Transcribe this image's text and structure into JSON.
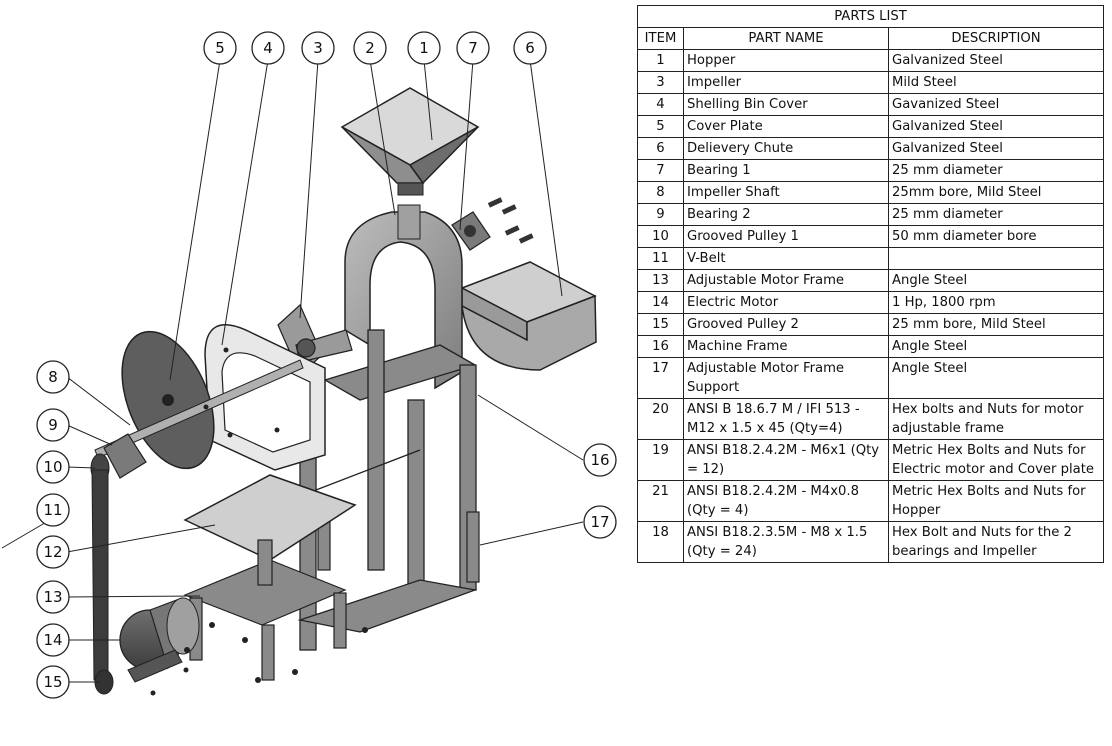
{
  "parts_list": {
    "title": "PARTS LIST",
    "headers": [
      "ITEM",
      "PART NAME",
      "DESCRIPTION"
    ],
    "rows": [
      {
        "item": "1",
        "name": "Hopper",
        "description": "Galvanized Steel"
      },
      {
        "item": "3",
        "name": "Impeller",
        "description": "Mild Steel"
      },
      {
        "item": "4",
        "name": "Shelling Bin Cover",
        "description": "Gavanized Steel"
      },
      {
        "item": "5",
        "name": "Cover Plate",
        "description": "Galvanized Steel"
      },
      {
        "item": "6",
        "name": "Delievery Chute",
        "description": "Galvanized Steel"
      },
      {
        "item": "7",
        "name": "Bearing 1",
        "description": "25 mm diameter"
      },
      {
        "item": "8",
        "name": "Impeller Shaft",
        "description": "25mm  bore, Mild Steel"
      },
      {
        "item": "9",
        "name": "Bearing 2",
        "description": "25 mm diameter"
      },
      {
        "item": "10",
        "name": "Grooved Pulley 1",
        "description": "50 mm diameter bore"
      },
      {
        "item": "11",
        "name": "V-Belt",
        "description": ""
      },
      {
        "item": "13",
        "name": "Adjustable Motor Frame",
        "description": "Angle Steel"
      },
      {
        "item": "14",
        "name": "Electric Motor",
        "description": "1 Hp, 1800 rpm"
      },
      {
        "item": "15",
        "name": "Grooved Pulley 2",
        "description": "25 mm bore, Mild Steel"
      },
      {
        "item": "16",
        "name": "Machine Frame",
        "description": "Angle Steel"
      },
      {
        "item": "17",
        "name": "Adjustable Motor Frame Support",
        "description": "Angle Steel"
      },
      {
        "item": "20",
        "name": "ANSI B 18.6.7 M / IFI 513 - M12 x 1.5 x 45 (Qty=4)",
        "description": "Hex bolts and Nuts for motor adjustable frame"
      },
      {
        "item": "19",
        "name": "ANSI B18.2.4.2M - M6x1 (Qty = 12)",
        "description": "Metric Hex Bolts and Nuts for Electric motor and Cover plate"
      },
      {
        "item": "21",
        "name": "ANSI B18.2.4.2M - M4x0.8 (Qty = 4)",
        "description": "Metric Hex Bolts and Nuts for Hopper"
      },
      {
        "item": "18",
        "name": "ANSI B18.2.3.5M - M8 x 1.5 (Qty = 24)",
        "description": "Hex Bolt and Nuts for the 2 bearings and Impeller"
      }
    ]
  },
  "callouts": [
    "5",
    "4",
    "3",
    "2",
    "1",
    "7",
    "6",
    "8",
    "9",
    "10",
    "11",
    "12",
    "13",
    "14",
    "15",
    "16",
    "17"
  ]
}
